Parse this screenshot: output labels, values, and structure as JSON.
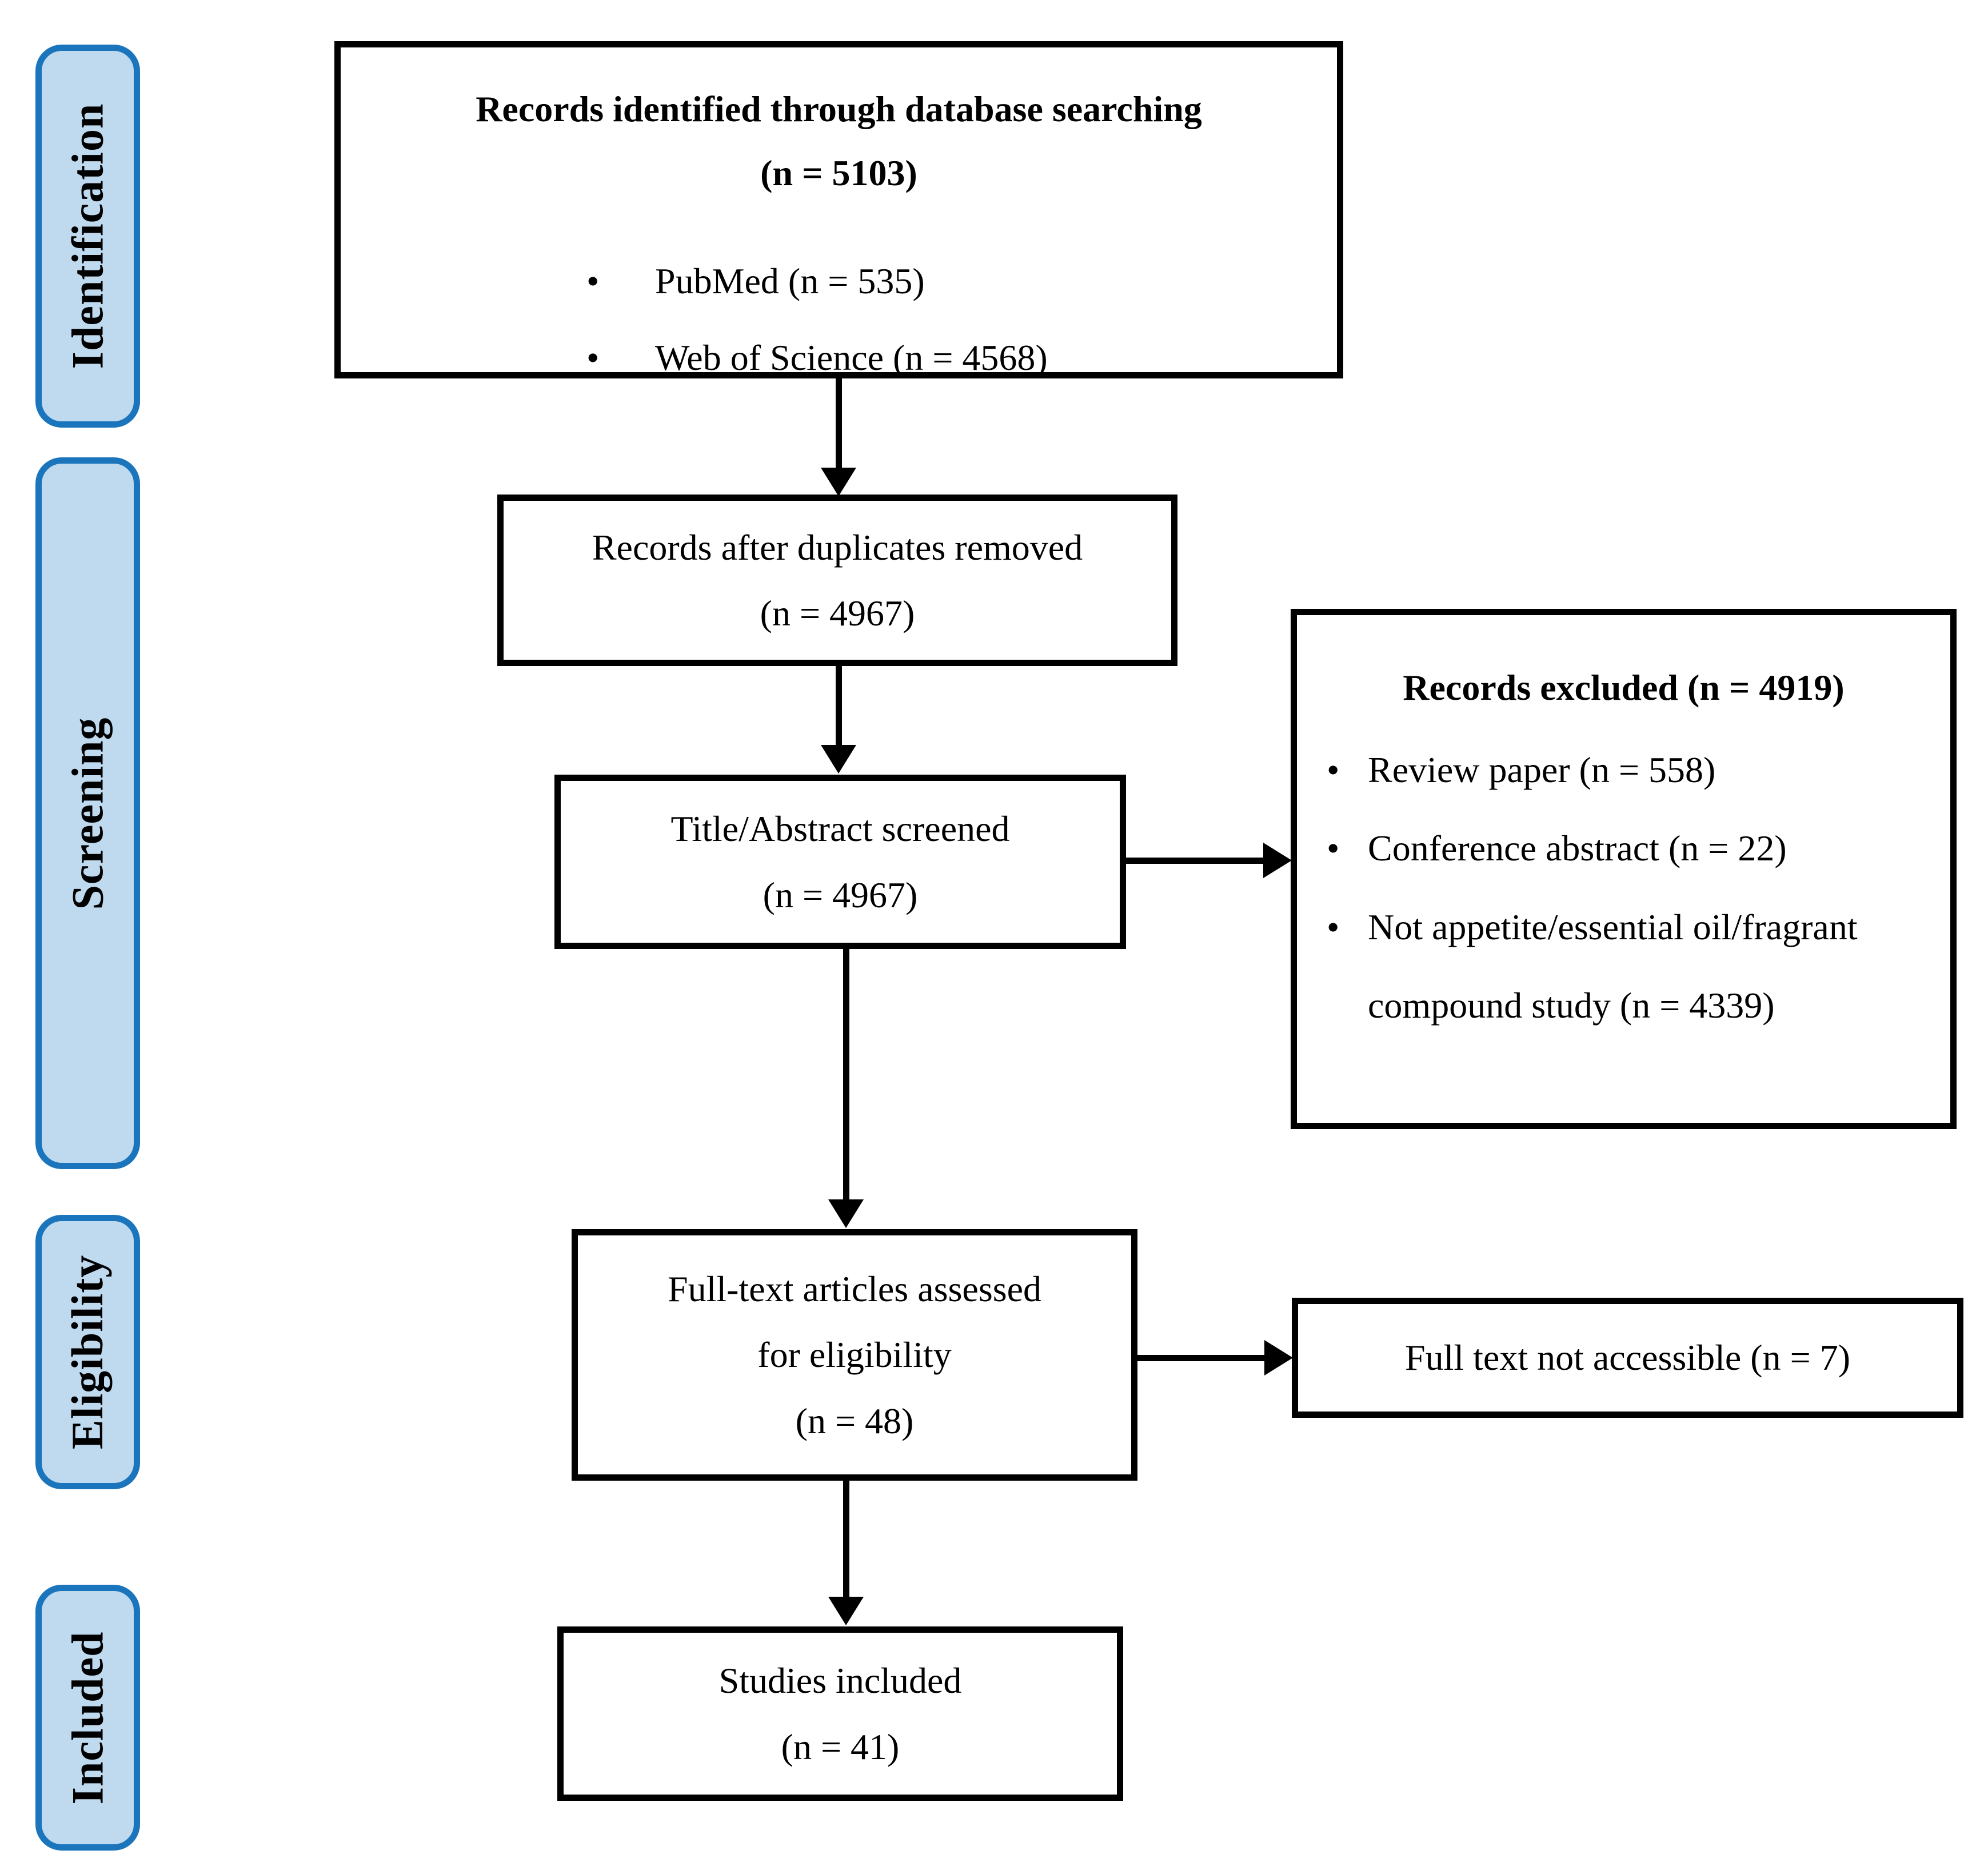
{
  "bullet_char": "•",
  "colors": {
    "stage_fill": "#bfd9ee",
    "stage_border": "#1b75bc",
    "box_border": "#000000",
    "arrow": "#000000",
    "text": "#000000",
    "background": "#ffffff"
  },
  "stages": [
    {
      "label": "Identification"
    },
    {
      "label": "Screening"
    },
    {
      "label": "Eligibility"
    },
    {
      "label": "Included"
    }
  ],
  "flow": {
    "identified": {
      "title": "Records identified through database searching",
      "count": "(n = 5103)",
      "bullets": [
        "PubMed (n = 535)",
        "Web of Science (n = 4568)"
      ]
    },
    "after_duplicates": {
      "line1": "Records after duplicates removed",
      "line2": "(n = 4967)"
    },
    "screened": {
      "line1": "Title/Abstract screened",
      "line2": "(n = 4967)"
    },
    "excluded": {
      "title": "Records excluded (n = 4919)",
      "bullets": [
        "Review paper (n = 558)",
        "Conference abstract (n = 22)",
        "Not appetite/essential oil/fragrant compound study (n = 4339)"
      ]
    },
    "assessed": {
      "line1": "Full-text articles assessed",
      "line2": "for eligibility",
      "line3": "(n = 48)"
    },
    "not_accessible": {
      "line1": "Full text not accessible (n = 7)"
    },
    "included": {
      "line1": "Studies included",
      "line2": "(n = 41)"
    }
  }
}
